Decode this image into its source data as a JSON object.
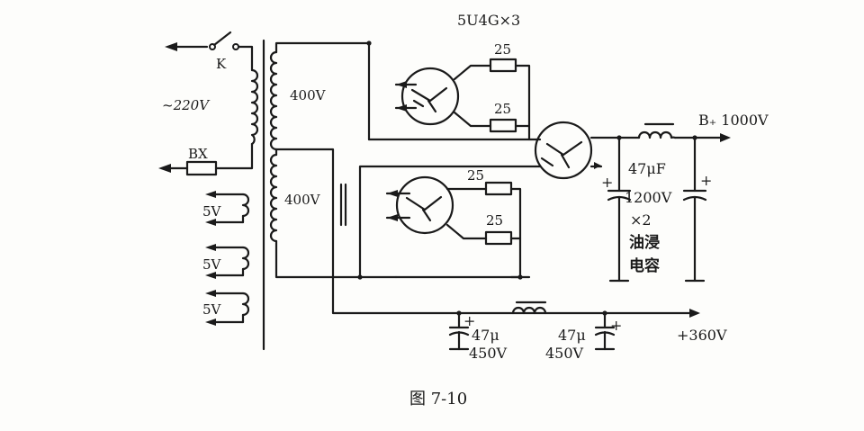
{
  "labels": {
    "tube_type": "5U4G×3",
    "switch": "K",
    "mains": "~220V",
    "fuse": "BX",
    "heater_1": "5V",
    "heater_2": "5V",
    "heater_3": "5V",
    "secondary_upper": "400V",
    "secondary_lower": "400V",
    "r1": "25",
    "r2": "25",
    "r3": "25",
    "r4": "25",
    "b_plus": "B₊ 1000V",
    "cap_main_value": "47μF",
    "cap_main_voltage": "1200V",
    "cap_main_count": "×2",
    "cap_main_type_1": "油浸",
    "cap_main_type_2": "电容",
    "plus_1": "+",
    "plus_2": "+",
    "plus_3": "+",
    "plus_4": "+",
    "cap_small1_value": "47μ",
    "cap_small1_voltage": "450V",
    "cap_small2_value": "47μ",
    "cap_small2_voltage": "450V",
    "out_360": "+360V"
  },
  "caption": "图  7-10"
}
